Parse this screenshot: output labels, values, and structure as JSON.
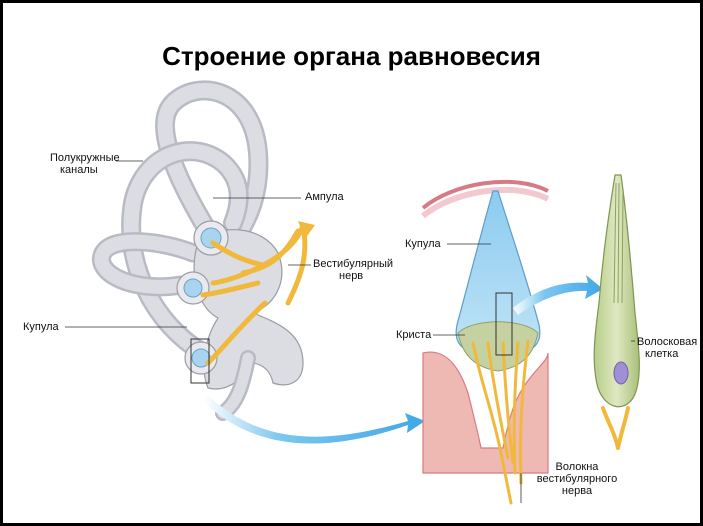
{
  "title": "Строение органа равновесия",
  "labels": {
    "semicircular_canals": [
      "Полукружные",
      "каналы"
    ],
    "ampulla": "Ампула",
    "vestibular_nerve": [
      "Вестибулярный",
      "нерв"
    ],
    "cupula_left": "Купула",
    "cupula_mid": "Купула",
    "crista": "Криста",
    "hair_cell": [
      "Волосковая",
      "клетка"
    ],
    "nerve_fibers": [
      "Волокна",
      "вестибулярного",
      "нерва"
    ]
  },
  "colors": {
    "bone": "#dcdde3",
    "bone_stroke": "#9a9ca6",
    "nerve": "#f0b93c",
    "cupula": "#9fd0ee",
    "arrow": "#5ab4ea",
    "tissue": "#efb9b3",
    "cell": "#c9d6a3"
  }
}
